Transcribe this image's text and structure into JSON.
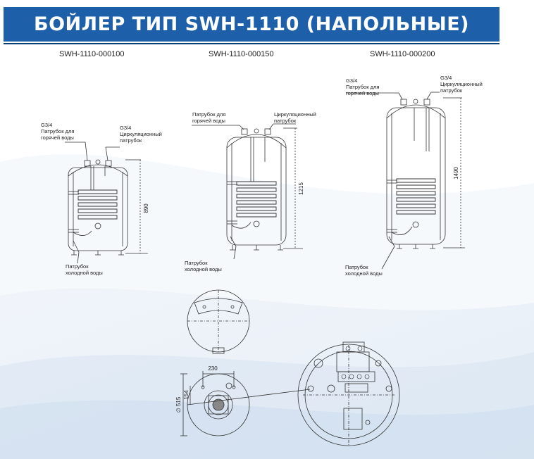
{
  "header": {
    "title": "БОЙЛЕР ТИП SWH-1110 (НАПОЛЬНЫЕ)"
  },
  "models": [
    "SWH-1110-000100",
    "SWH-1110-000150",
    "SWH-1110-000200"
  ],
  "boiler1": {
    "g34": "G3/4",
    "hot_line1": "Патрубок для",
    "hot_line2": "горячей воды",
    "g34_circ": "G3/4",
    "circ_line1": "Циркуляционный",
    "circ_line2": "патрубок",
    "cold_line1": "Патрубок",
    "cold_line2": "холодной воды",
    "height": "890"
  },
  "boiler2": {
    "hot_line1": "Патрубок для",
    "hot_line2": "горячей воды",
    "circ_line1": "Циркуляционный",
    "circ_line2": "патрубок",
    "cold_line1": "Патрубок",
    "cold_line2": "холодной воды",
    "height": "1215"
  },
  "boiler3": {
    "g34": "G3/4",
    "hot_line1": "Патрубок для",
    "hot_line2": "горячей воды",
    "g34_circ": "G3/4",
    "circ_line1": "Циркуляционный",
    "circ_line2": "патрубок",
    "cold_line1": "Патрубок",
    "cold_line2": "холодной воды",
    "height": "1490"
  },
  "bottom_view": {
    "width_dim": "230",
    "flange_dim": "154",
    "diameter_dim": "∅ 515"
  },
  "colors": {
    "header_bg": "#1d5fa8",
    "line": "#333333"
  }
}
